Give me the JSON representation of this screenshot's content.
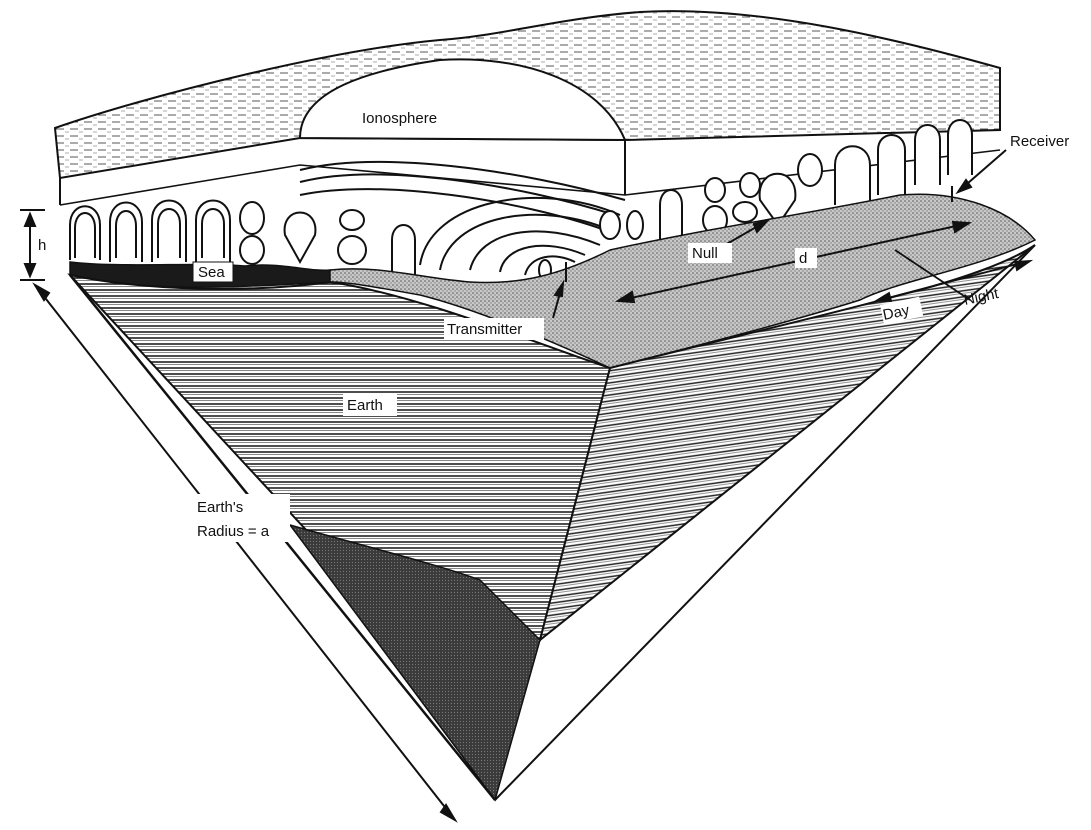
{
  "labels": {
    "ionosphere": "Ionosphere",
    "receiver": "Receiver",
    "sea": "Sea",
    "null": "Null",
    "distance": "d",
    "height": "h",
    "night": "Night",
    "day": "Day",
    "transmitter": "Transmitter",
    "earth": "Earth",
    "radius_line1": "Earth's",
    "radius_line2": "Radius = a"
  },
  "colors": {
    "ink": "#111111",
    "paper": "#ffffff",
    "dark_fill": "#1a1a1a",
    "stipple_fill": "#9a9a9a"
  }
}
